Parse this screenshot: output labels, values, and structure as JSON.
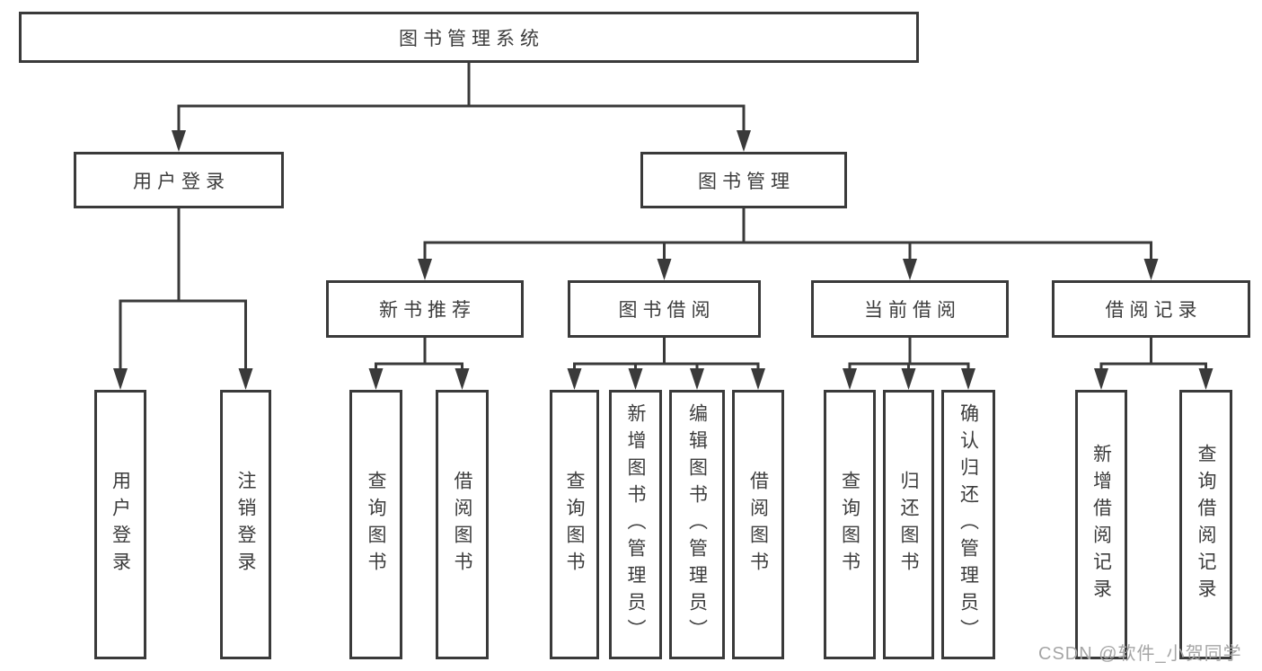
{
  "tree": {
    "label": "图书管理系统",
    "children": [
      {
        "label": "用户登录",
        "children": [
          {
            "label": "用户登录"
          },
          {
            "label": "注销登录"
          }
        ]
      },
      {
        "label": "图书管理",
        "children": [
          {
            "label": "新书推荐",
            "children": [
              {
                "label": "查询图书"
              },
              {
                "label": "借阅图书"
              }
            ]
          },
          {
            "label": "图书借阅",
            "children": [
              {
                "label": "查询图书"
              },
              {
                "label": "新增图书（管理员）"
              },
              {
                "label": "编辑图书（管理员）"
              },
              {
                "label": "借阅图书"
              }
            ]
          },
          {
            "label": "当前借阅",
            "children": [
              {
                "label": "查询图书"
              },
              {
                "label": "归还图书"
              },
              {
                "label": "确认归还（管理员）"
              }
            ]
          },
          {
            "label": "借阅记录",
            "children": [
              {
                "label": "新增借阅记录"
              },
              {
                "label": "查询借阅记录"
              }
            ]
          }
        ]
      }
    ]
  },
  "watermark": {
    "text": "CSDN @软件_小贺同学"
  },
  "colors": {
    "line": "#3a3a3a",
    "text": "#3c3c3c",
    "watermark": "#a6a6a6",
    "background": "#ffffff"
  }
}
